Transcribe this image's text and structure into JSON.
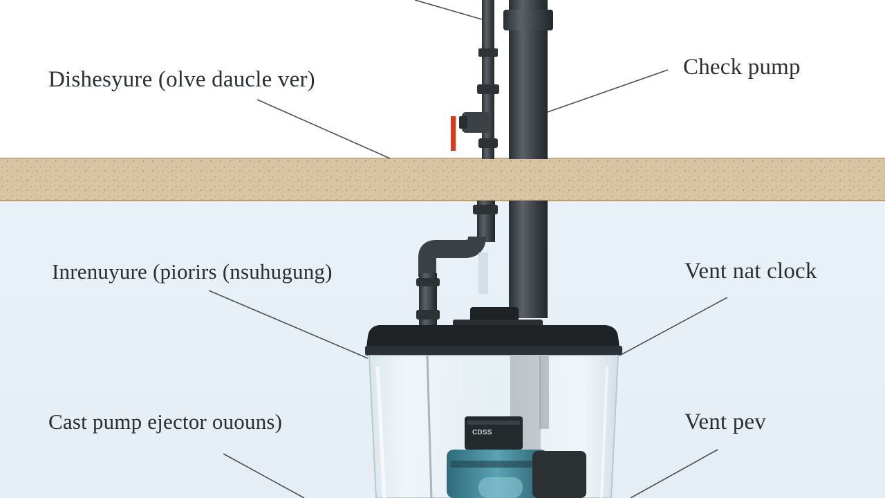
{
  "labels": [
    "Dishesyure (olve daucle ver)",
    "Check pump",
    "Inrenuyure (piorirs (nsuhugung)",
    "Vent nat clock",
    "Cast pump ejector ououns)",
    "Vent pev",
    "CDSS"
  ],
  "colors": {
    "sky": "#ffffff",
    "basement": "#e8f1f7",
    "soil": "#d9c4a4",
    "pipe": "#3c4145",
    "valve_handle": "#d63a25",
    "basin_lid": "#1f2326",
    "pump_body": "#4c8ea0",
    "label_text": "#2b2f33"
  }
}
